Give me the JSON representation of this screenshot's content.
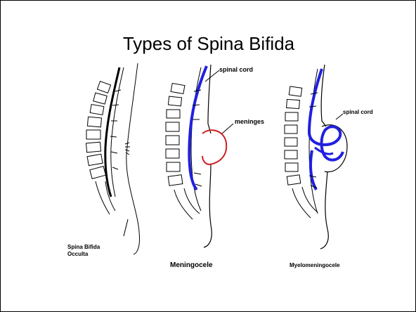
{
  "slide": {
    "title": "Types of Spina Bifida"
  },
  "figures": [
    {
      "name": "spina-bifida-occulta",
      "caption_line1": "Spina Bifida",
      "caption_line2": "Occulta"
    },
    {
      "name": "meningocele",
      "caption": "Meningocele",
      "labels": {
        "cord": "spinal cord",
        "sac": "meninges"
      }
    },
    {
      "name": "myelomeningocele",
      "caption": "Myelomeningocele",
      "labels": {
        "cord": "spinal cord"
      }
    }
  ],
  "colors": {
    "cord": "#2020e0",
    "meninges": "#cc1f1f",
    "outline": "#000000"
  }
}
